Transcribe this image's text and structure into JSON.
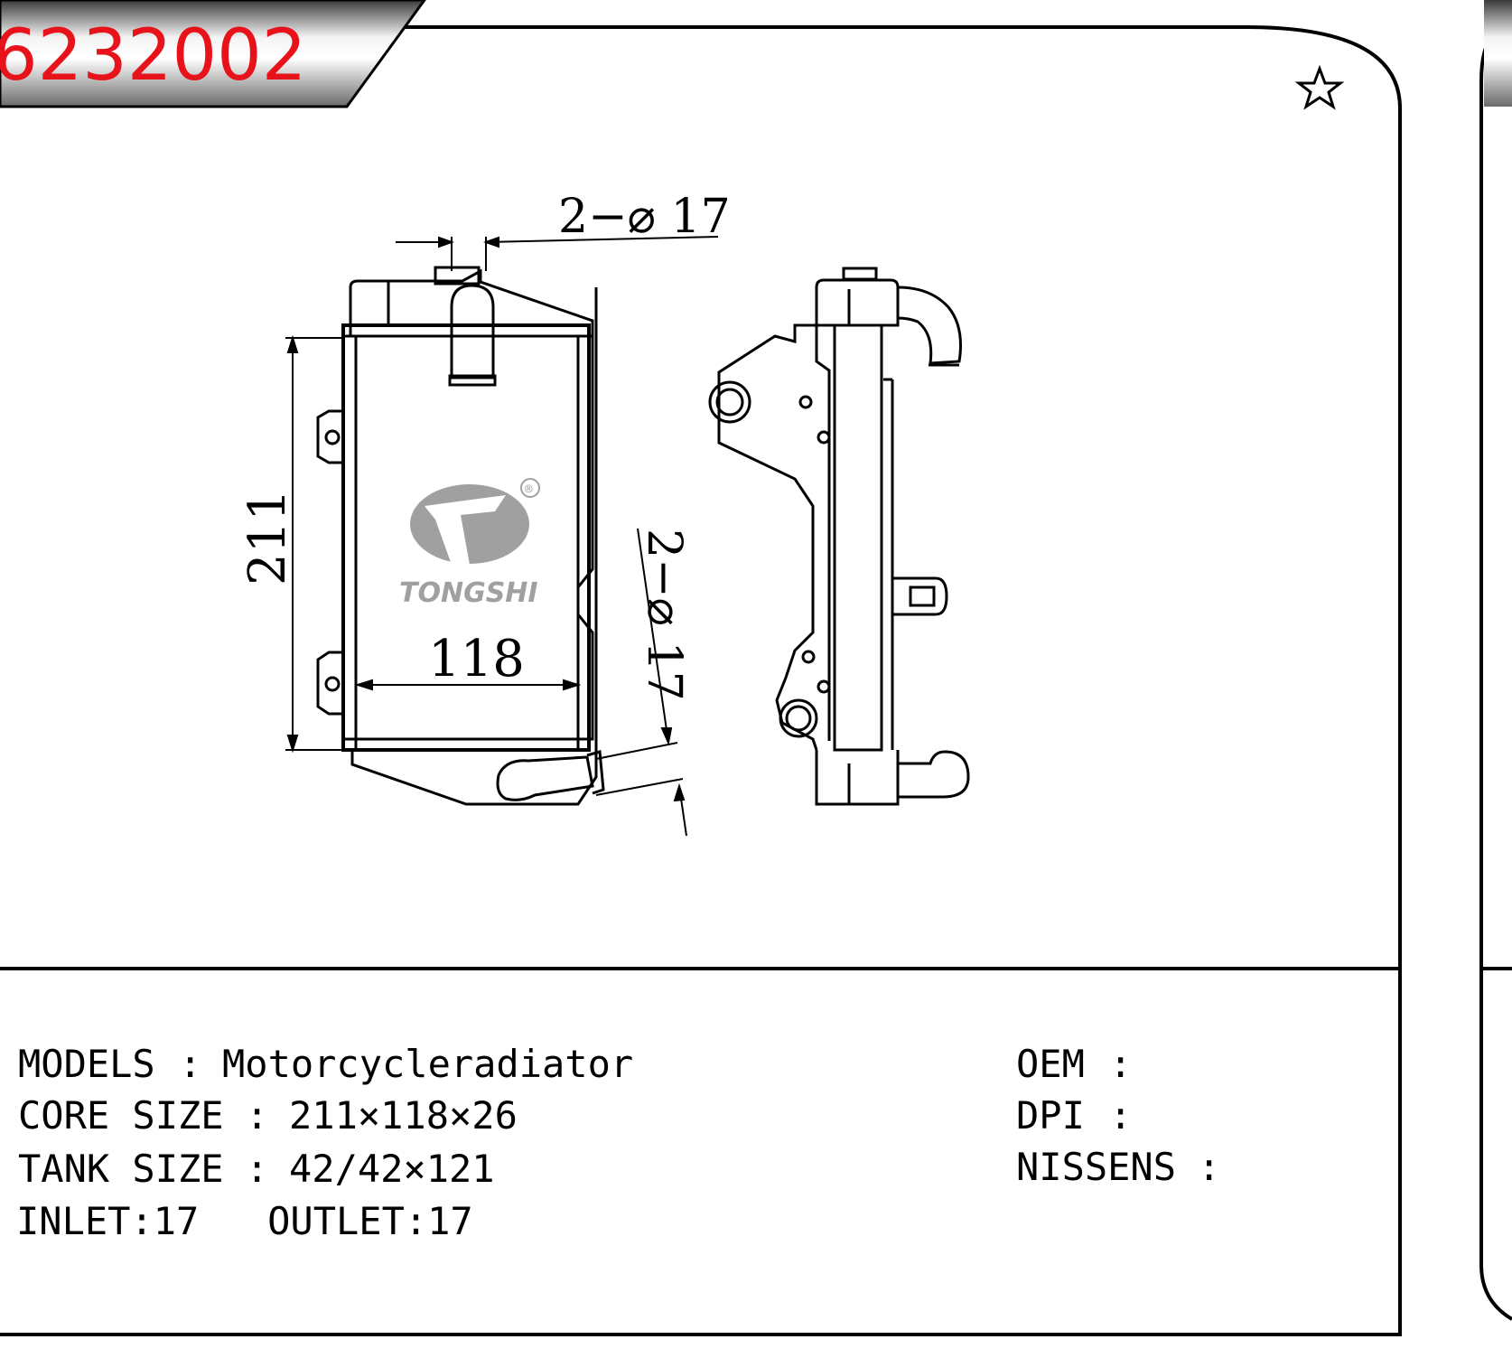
{
  "part_number": "6232002",
  "dimensions": {
    "inlet_dim": "2-⌀1 7",
    "inlet_dim_text": "2−⌀ 17",
    "outlet_dim_text": "2−⌀ 17",
    "core_height": "211",
    "core_width": "118"
  },
  "logo": {
    "brand": "TONGSHI",
    "registered": "®"
  },
  "specs": {
    "models": {
      "label": "MODELS",
      "sep": ":",
      "value": "Motorcycleradiator"
    },
    "core_size": {
      "label": "CORE SIZE",
      "sep": ":",
      "value": "211×118×26"
    },
    "tank_size": {
      "label": "TANK SIZE",
      "sep": ":",
      "value": "42/42×121"
    },
    "inlet_outlet": {
      "value": "INLET:17   OUTLET:17"
    },
    "oem": {
      "label": "OEM",
      "sep": ":",
      "value": ""
    },
    "dpi": {
      "label": "DPI",
      "sep": ":",
      "value": ""
    },
    "nissens": {
      "label": "NISSENS",
      "sep": ":",
      "value": ""
    }
  },
  "colors": {
    "part_number": "#e8121b",
    "line": "#000000",
    "logo_gray": "#a0a0a0"
  },
  "icons": {
    "favorite": "star-outline-icon"
  }
}
